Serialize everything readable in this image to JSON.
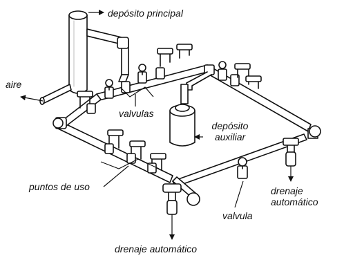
{
  "diagram": {
    "labels": {
      "main_tank": "depósito principal",
      "air": "aire",
      "valves": "valvulas",
      "aux_tank_line1": "depósito",
      "aux_tank_line2": "auxiliar",
      "points_of_use": "puntos de uso",
      "valve": "valvula",
      "auto_drain_right_line1": "drenaje",
      "auto_drain_right_line2": "automático",
      "auto_drain_bottom": "drenaje automático"
    },
    "colors": {
      "line": "#111111",
      "fill": "#ffffff",
      "shade": "#d9d9d9"
    }
  }
}
